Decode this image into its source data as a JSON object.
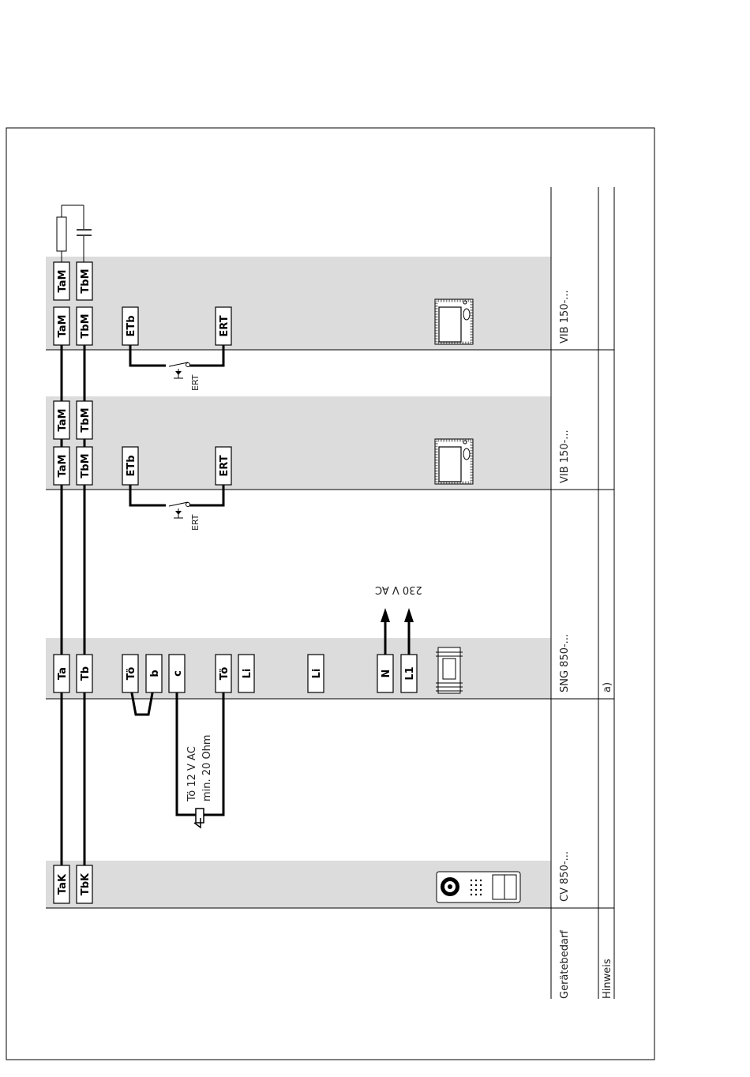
{
  "row_labels": {
    "devices": "Gerätebedarf",
    "note": "Hinweis"
  },
  "devices": [
    "CV 850-...",
    "SNG 850-...",
    "VIB 150-...",
    "VIB 150-..."
  ],
  "note_a": "a)",
  "terminals": {
    "cv": [
      "TaK",
      "TbK"
    ],
    "sng": [
      "Ta",
      "Tb",
      "Tö",
      "b",
      "c",
      "Tö",
      "Li",
      "Li",
      "N",
      "L1"
    ],
    "vib1": [
      "TaM",
      "TbM",
      "ETb",
      "ERT",
      "TaM",
      "TbM"
    ],
    "vib2": [
      "TaM",
      "TbM",
      "ETb",
      "ERT",
      "TaM",
      "TbM"
    ]
  },
  "labels": {
    "toe_line1": "Tö 12 V AC",
    "toe_line2": "min. 20 Ohm",
    "mains": "230 V AC",
    "ert_switch": "ERT"
  }
}
